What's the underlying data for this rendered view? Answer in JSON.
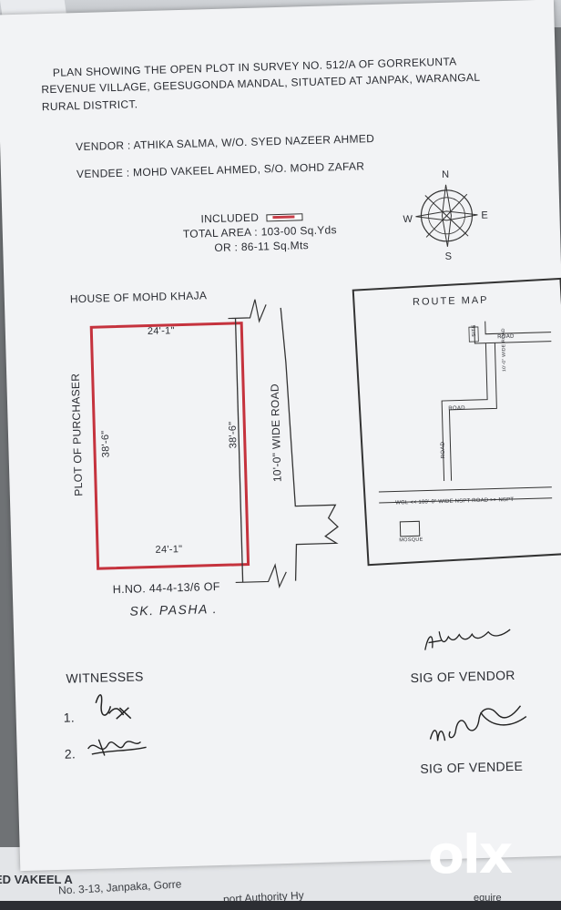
{
  "document": {
    "title_line1": "PLAN SHOWING THE OPEN PLOT IN SURVEY NO. 512/A OF GORREKUNTA",
    "title_line2": "REVENUE VILLAGE, GEESUGONDA MANDAL, SITUATED AT JANPAK, WARANGAL",
    "title_line3": "RURAL DISTRICT.",
    "vendor": "VENDOR : ATHIKA SALMA,   W/O. SYED NAZEER AHMED",
    "vendee": "VENDEE : MOHD VAKEEL AHMED,   S/O. MOHD ZAFAR",
    "included_label": "INCLUDED",
    "total_area": "TOTAL AREA : 103-00 Sq.Yds",
    "or_area": "OR :  86-11 Sq.Mts"
  },
  "compass": {
    "n": "N",
    "s": "S",
    "e": "E",
    "w": "W"
  },
  "plot": {
    "north_boundary": "HOUSE OF MOHD KHAJA",
    "west_boundary": "PLOT OF PURCHASER",
    "east_boundary": "10'-0\" WIDE ROAD",
    "south_boundary": "H.NO. 44-4-13/6 OF",
    "south_owner": "SK. PASHA .",
    "dim_top": "24'-1\"",
    "dim_bottom": "24'-1\"",
    "dim_left": "38'-6\"",
    "dim_right": "38'-6\""
  },
  "route_map": {
    "title": "ROUTE MAP",
    "road_label_top": "ROAD",
    "road_label_mid": "ROAD",
    "road_label_vertical": "ROAD",
    "road_wide_label": "10'-0\" WIDE ROAD",
    "site_label": "SITE",
    "main_road": "WGL << 100'-0\" WIDE NSPT ROAD >> NSPT",
    "mosque": "MOSQUE"
  },
  "signatures": {
    "witnesses": "WITNESSES",
    "witness_1": "1.",
    "witness_2": "2.",
    "sig_vendor": "SIG OF VENDOR",
    "sig_vendee": "SIG OF VENDEE",
    "vendor_signature": "Athika Salma"
  },
  "underlying_page": {
    "line1": "ED VAKEEL A",
    "line2": "No. 3-13, Janpaka, Gorre",
    "line3": "port Authority Hy",
    "line4": "equire"
  },
  "watermark": {
    "brand": "OLX",
    "color": "#ffffff"
  },
  "colors": {
    "plot_outline": "#c5323d",
    "ink": "#2b2d33"
  }
}
